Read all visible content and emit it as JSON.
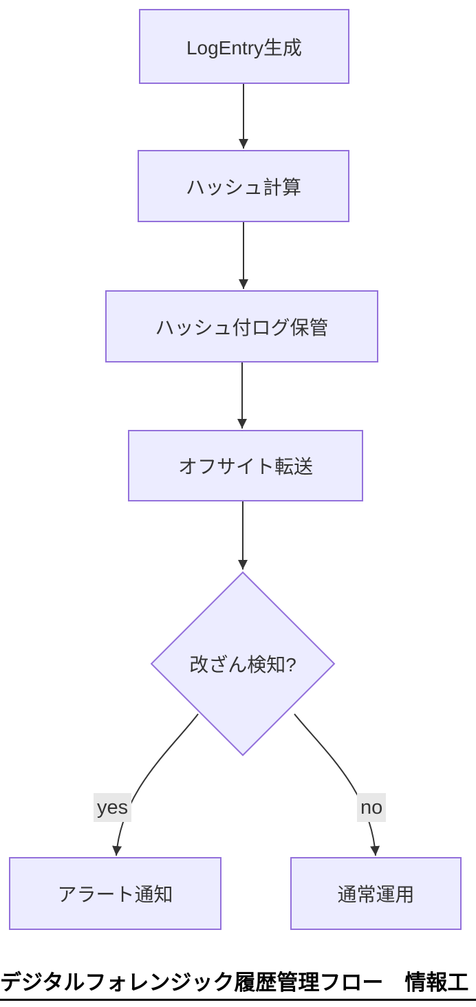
{
  "diagram": {
    "type": "flowchart-top-down",
    "nodes": {
      "a": {
        "label": "LogEntry生成",
        "shape": "rect"
      },
      "b": {
        "label": "ハッシュ計算",
        "shape": "rect"
      },
      "c": {
        "label": "ハッシュ付ログ保管",
        "shape": "rect"
      },
      "d": {
        "label": "オフサイト転送",
        "shape": "rect"
      },
      "e": {
        "label": "改ざん検知?",
        "shape": "diamond"
      },
      "f": {
        "label": "アラート通知",
        "shape": "rect"
      },
      "g": {
        "label": "通常運用",
        "shape": "rect"
      }
    },
    "edges": [
      {
        "from": "LogEntry生成",
        "to": "ハッシュ計算",
        "label": ""
      },
      {
        "from": "ハッシュ計算",
        "to": "ハッシュ付ログ保管",
        "label": ""
      },
      {
        "from": "ハッシュ付ログ保管",
        "to": "オフサイト転送",
        "label": ""
      },
      {
        "from": "オフサイト転送",
        "to": "改ざん検知?",
        "label": ""
      },
      {
        "from": "改ざん検知?",
        "to": "アラート通知",
        "label": "yes"
      },
      {
        "from": "改ざん検知?",
        "to": "通常運用",
        "label": "no"
      }
    ],
    "edge_labels": {
      "yes": "yes",
      "no": "no"
    },
    "caption": "デジタルフォレンジック履歴管理フロー　情報工"
  },
  "colors": {
    "node_fill": "#ECECFF",
    "node_border": "#9370DB",
    "edge_line": "#333333",
    "edge_label_bg": "#e8e8e8",
    "node_text": "#333333",
    "caption_text": "#000000"
  }
}
